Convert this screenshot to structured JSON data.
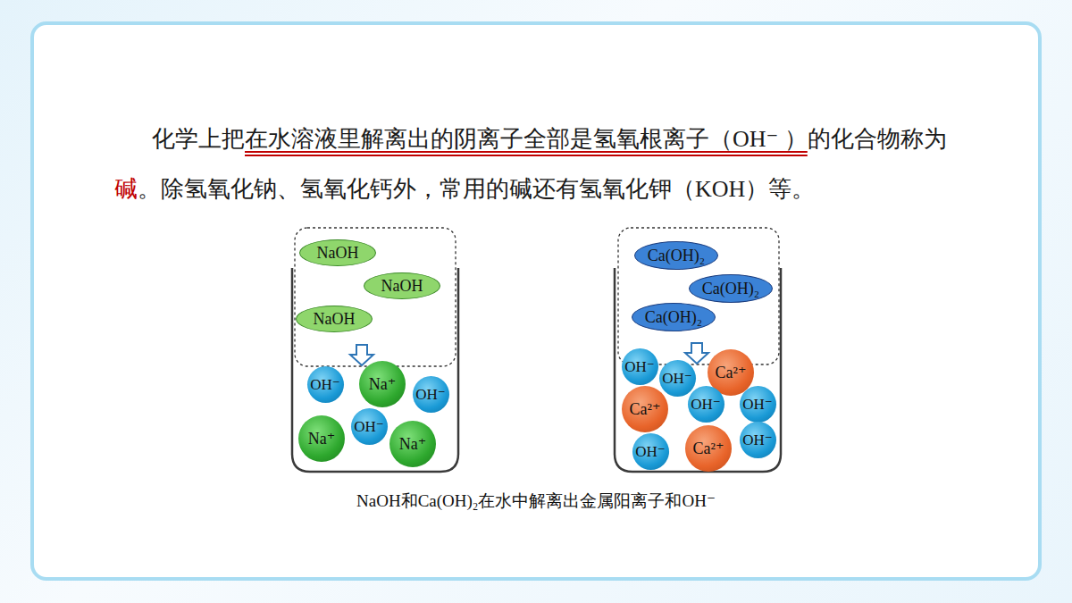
{
  "diagram": {
    "caption": "NaOH和Ca(OH)₂在水中解离出金属阳离子和OH⁻",
    "nodes": [
      {
        "text": [
          "NaOH"
        ]
      },
      {
        "text": [
          "NaOH"
        ]
      },
      {
        "text": [
          "NaOH"
        ]
      },
      {
        "text": [
          "OH⁻"
        ]
      },
      {
        "text": [
          "Na⁺"
        ]
      },
      {
        "text": [
          "OH⁻"
        ]
      },
      {
        "text": [
          "OH⁻"
        ]
      },
      {
        "text": [
          "Na⁺"
        ]
      },
      {
        "text": [
          "Na⁺"
        ]
      },
      {
        "text": [
          "Ca(OH)₂"
        ]
      },
      {
        "text": [
          "Ca(OH)₂"
        ]
      },
      {
        "text": [
          "Ca(OH)₂"
        ]
      },
      {
        "text": [
          "OH⁻"
        ]
      },
      {
        "text": [
          "Ca²⁺"
        ]
      },
      {
        "text": [
          "OH⁻"
        ]
      },
      {
        "text": [
          "OH⁻"
        ]
      },
      {
        "text": [
          "OH⁻"
        ]
      },
      {
        "text": [
          "Ca²⁺"
        ]
      },
      {
        "text": [
          "OH⁻"
        ]
      },
      {
        "text": [
          "Ca²⁺"
        ]
      },
      {
        "text": [
          "OH⁻"
        ]
      }
    ],
    "labels": [
      "化学上把",
      "在水溶液里解离出的阴离子全部是氢氧根离子（OH⁻ ）",
      "的化合物称为",
      "碱",
      "。除氢氧化钠、氢氧化钙外，常用的碱还有氢氧化钾（KOH）等。"
    ]
  }
}
